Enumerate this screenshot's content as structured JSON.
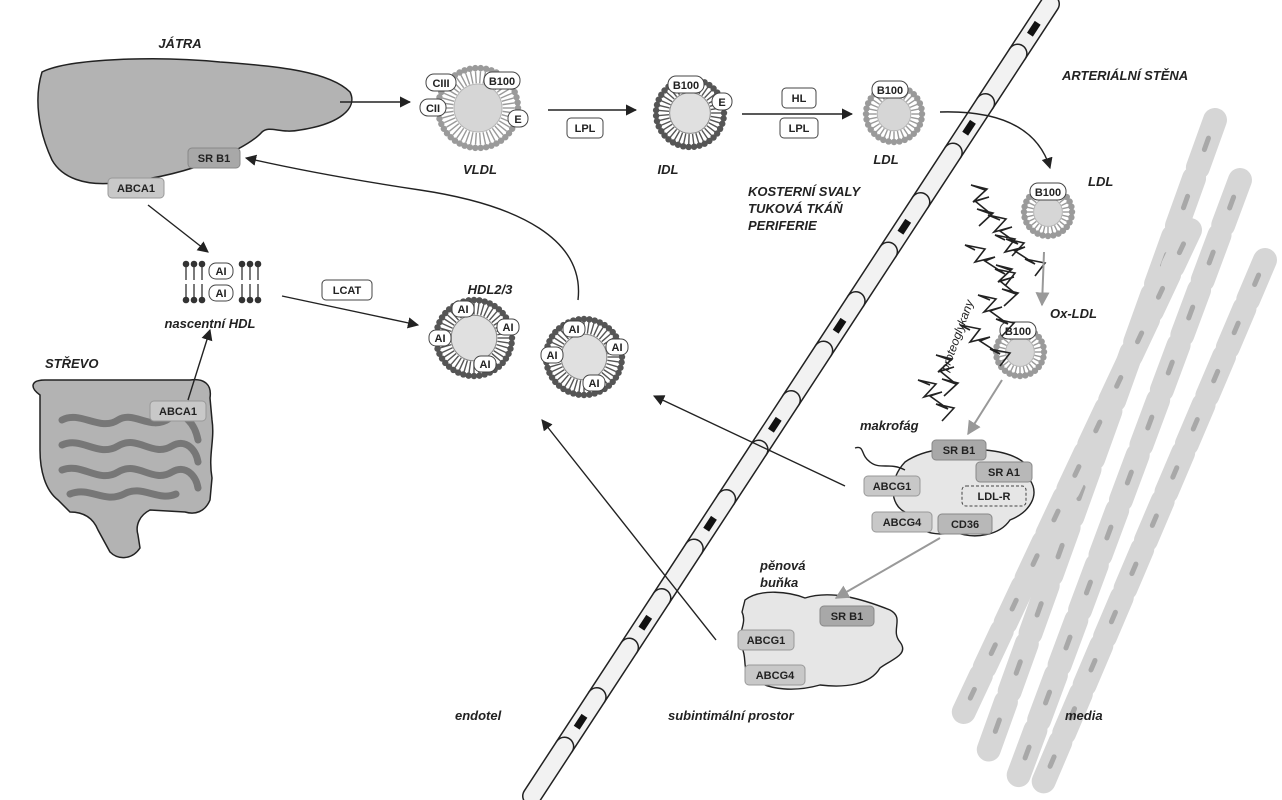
{
  "labels": {
    "jatra": "JÁTRA",
    "strevo": "STŘEVO",
    "arterialni_stena": "ARTERIÁLNÍ STĚNA",
    "vldl": "VLDL",
    "idl": "IDL",
    "ldl_plasma": "LDL",
    "ldl_wall": "LDL",
    "ox_ldl": "Ox-LDL",
    "hdl23": "HDL2/3",
    "nascentni_hdl": "nascentní HDL",
    "kosterni_1": "KOSTERNÍ SVALY",
    "kosterni_2": "TUKOVÁ TKÁŇ",
    "kosterni_3": "PERIFERIE",
    "proteoglykany": "proteoglykany",
    "makrofag": "makrofág",
    "penova_1": "pěnová",
    "penova_2": "buňka",
    "endotel": "endotel",
    "subintimalni": "subintimální prostor",
    "media": "media"
  },
  "enzymes": {
    "lpl_1": "LPL",
    "lpl_2": "LPL",
    "hl": "HL",
    "lcat": "LCAT"
  },
  "receptors": {
    "liver_srb1": "SR B1",
    "liver_abca1": "ABCA1",
    "gut_abca1": "ABCA1",
    "mac_srb1": "SR B1",
    "mac_sra1": "SR A1",
    "mac_abcg1": "ABCG1",
    "mac_ldlr": "LDL-R",
    "mac_abcg4": "ABCG4",
    "mac_cd36": "CD36",
    "foam_srb1": "SR B1",
    "foam_abcg1": "ABCG1",
    "foam_abcg4": "ABCG4"
  },
  "apolipoproteins": {
    "vldl_ciii": "CIII",
    "vldl_b100": "B100",
    "vldl_cii": "CII",
    "vldl_e": "E",
    "idl_b100": "B100",
    "idl_e": "E",
    "ldl_b100": "B100",
    "ldl_wall_b100": "B100",
    "oxldl_b100": "B100",
    "nascent_ai_1": "AI",
    "nascent_ai_2": "AI",
    "hdl1_ai_1": "AI",
    "hdl1_ai_2": "AI",
    "hdl1_ai_3": "AI",
    "hdl1_ai_4": "AI",
    "hdl2_ai_1": "AI",
    "hdl2_ai_2": "AI",
    "hdl2_ai_3": "AI",
    "hdl2_ai_4": "AI"
  },
  "colors": {
    "organ_fill": "#b3b3b3",
    "cell_fill": "#e6e6e6",
    "particle_fill": "#d0d0d0",
    "tag_fill": "#c8c8c8",
    "ink": "#222222"
  }
}
